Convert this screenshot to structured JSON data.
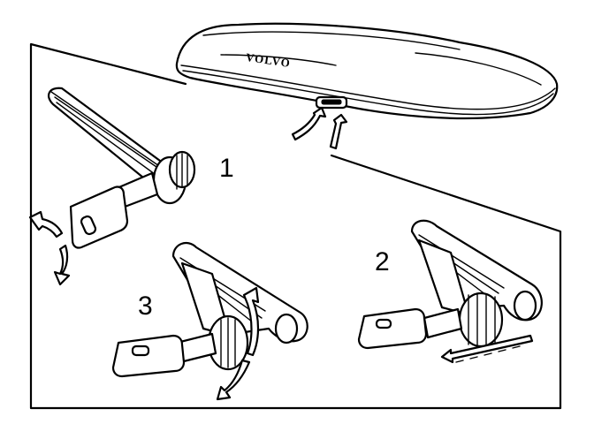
{
  "brand_text": "VOLVO",
  "steps": [
    {
      "label": "1"
    },
    {
      "label": "2"
    },
    {
      "label": "3"
    }
  ],
  "colors": {
    "ink": "#000000",
    "paper": "#ffffff"
  }
}
